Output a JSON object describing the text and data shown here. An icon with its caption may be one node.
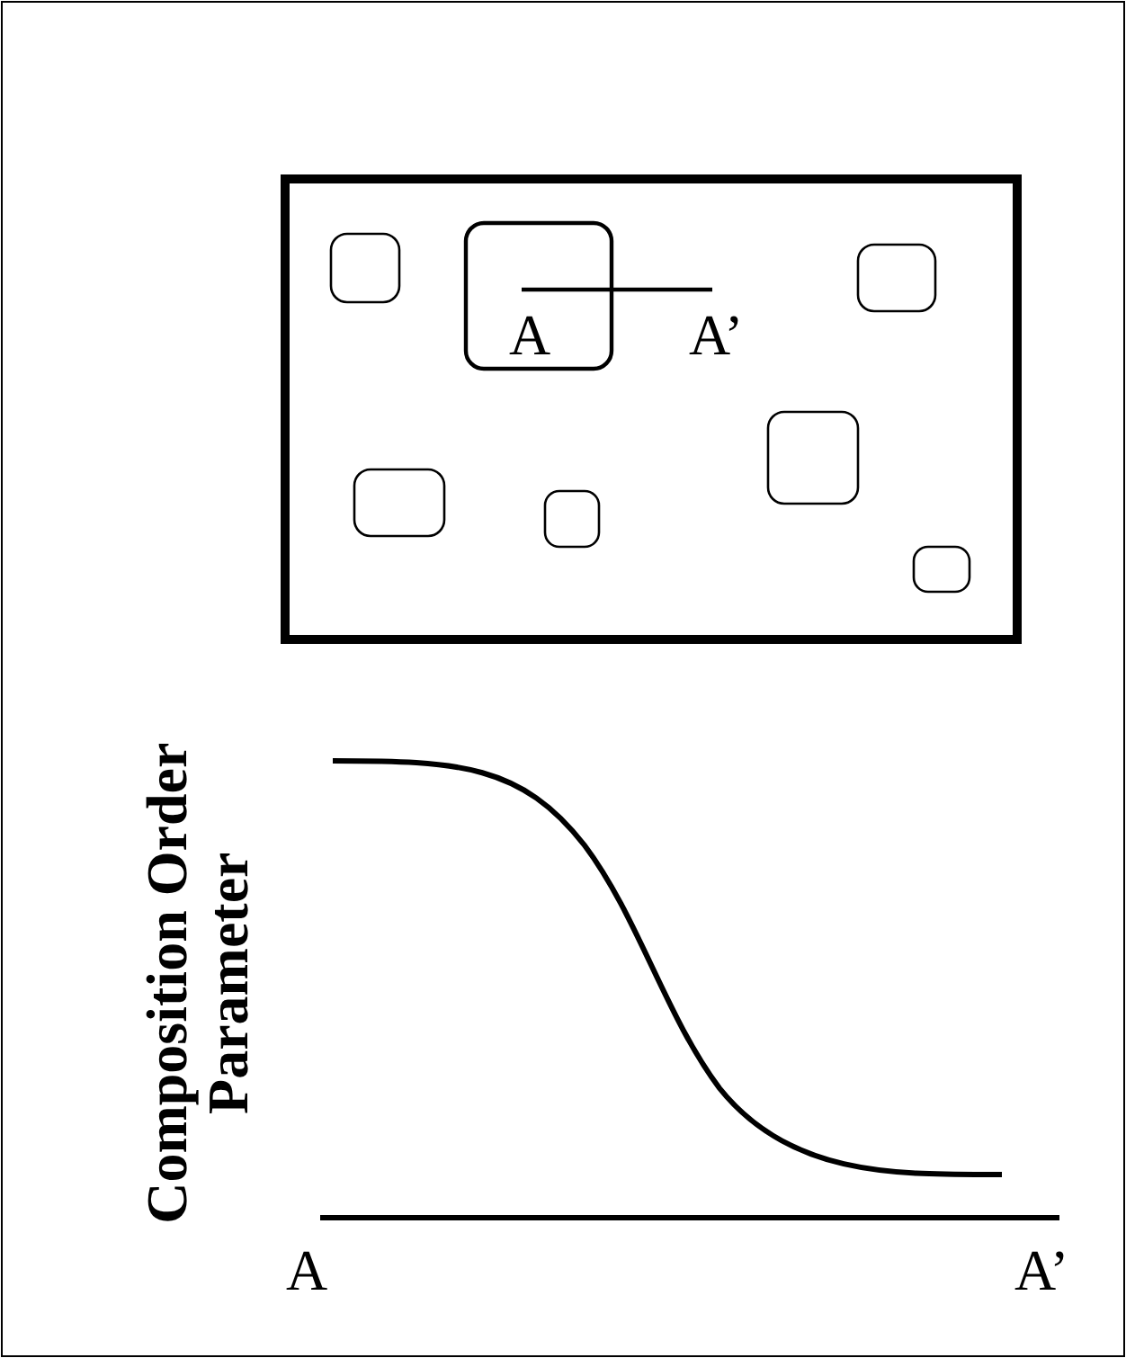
{
  "diagram": {
    "labels": [
      "A",
      "A’",
      "Composition Order Parameter",
      "A",
      "A’"
    ]
  }
}
